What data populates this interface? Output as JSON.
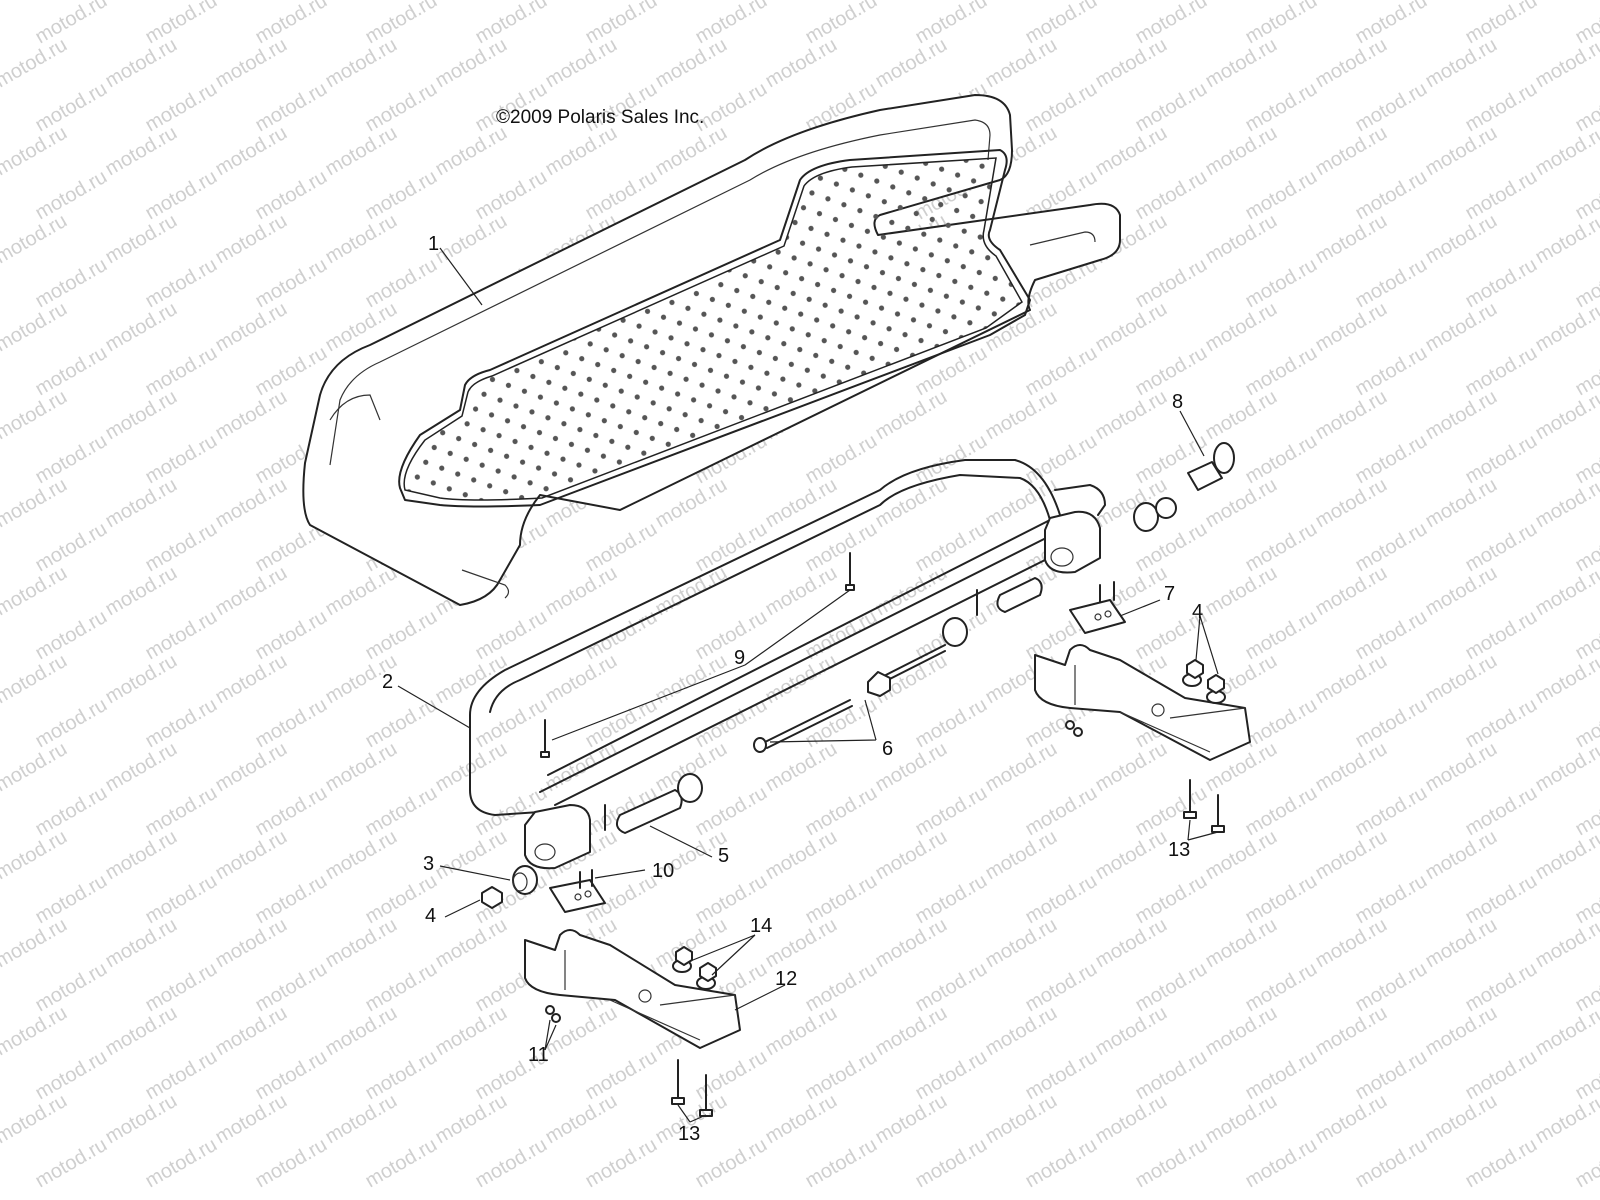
{
  "copyright": "©2009 Polaris Sales Inc.",
  "watermark": "motod.ru",
  "callouts": [
    "1",
    "2",
    "3",
    "4",
    "4",
    "5",
    "6",
    "7",
    "8",
    "9",
    "10",
    "11",
    "12",
    "13",
    "13",
    "14"
  ]
}
